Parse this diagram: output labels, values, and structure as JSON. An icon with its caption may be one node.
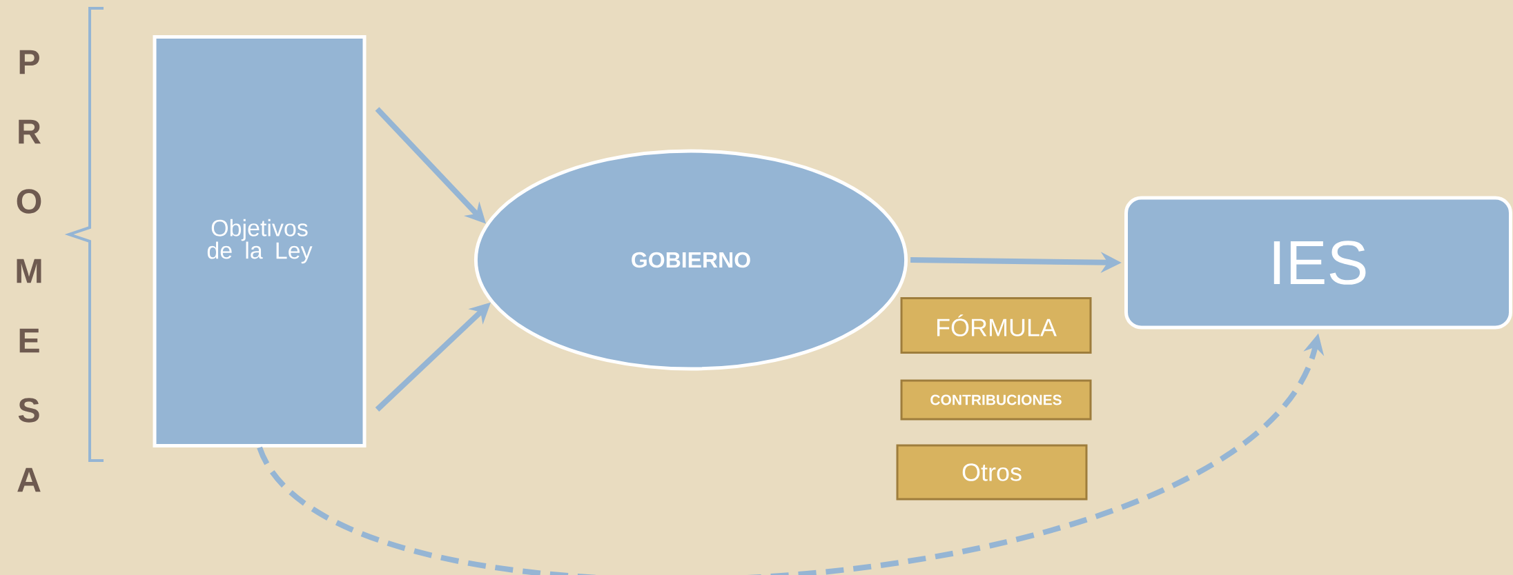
{
  "diagram": {
    "nodes": [
      {
        "text": [
          "Objetivos de la Ley"
        ]
      },
      {
        "text": [
          "GOBIERNO"
        ]
      },
      {
        "text": [
          "IES"
        ]
      },
      {
        "text": [
          "FÓRMULA"
        ]
      },
      {
        "text": [
          "CONTRIBUCIONES"
        ]
      },
      {
        "text": [
          "Otros"
        ]
      }
    ],
    "edges": [
      {
        "from": 0,
        "to": 1,
        "arrow": "to"
      },
      {
        "from": 0,
        "to": 1,
        "arrow": "to"
      },
      {
        "from": 1,
        "to": 2,
        "arrow": "to"
      },
      {
        "from": 0,
        "to": 2,
        "arrow": "to",
        "style": "dashed"
      }
    ],
    "labels": [
      "P",
      "R",
      "O",
      "M",
      "E",
      "S",
      "A"
    ]
  }
}
